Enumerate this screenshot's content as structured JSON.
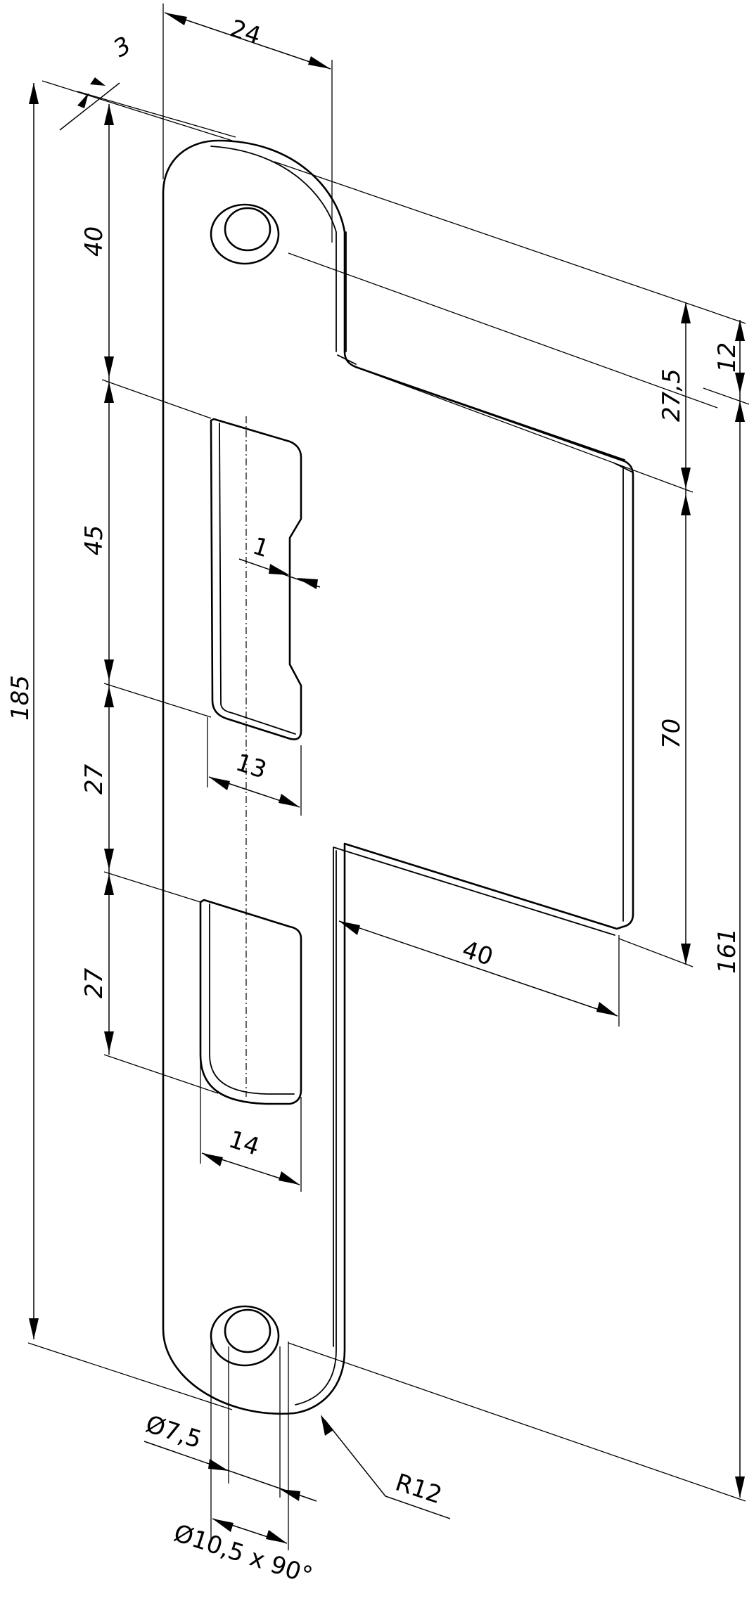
{
  "dimensions": {
    "thickness": "3",
    "plate_width": "24",
    "top_to_first_slot": "40",
    "upper_slot_height": "45",
    "slot_gap": "27",
    "lower_slot_height": "27",
    "overall_length": "185",
    "tab_offset": "12",
    "hole_to_tab": "27,5",
    "tab_height": "70",
    "tab_depth": "40",
    "lower_reference": "161",
    "step": "1",
    "upper_slot_width": "13",
    "lower_slot_width": "14",
    "hole_diameter": "Ø7,5",
    "countersink": "Ø10,5 x 90°",
    "radius": "R12"
  }
}
